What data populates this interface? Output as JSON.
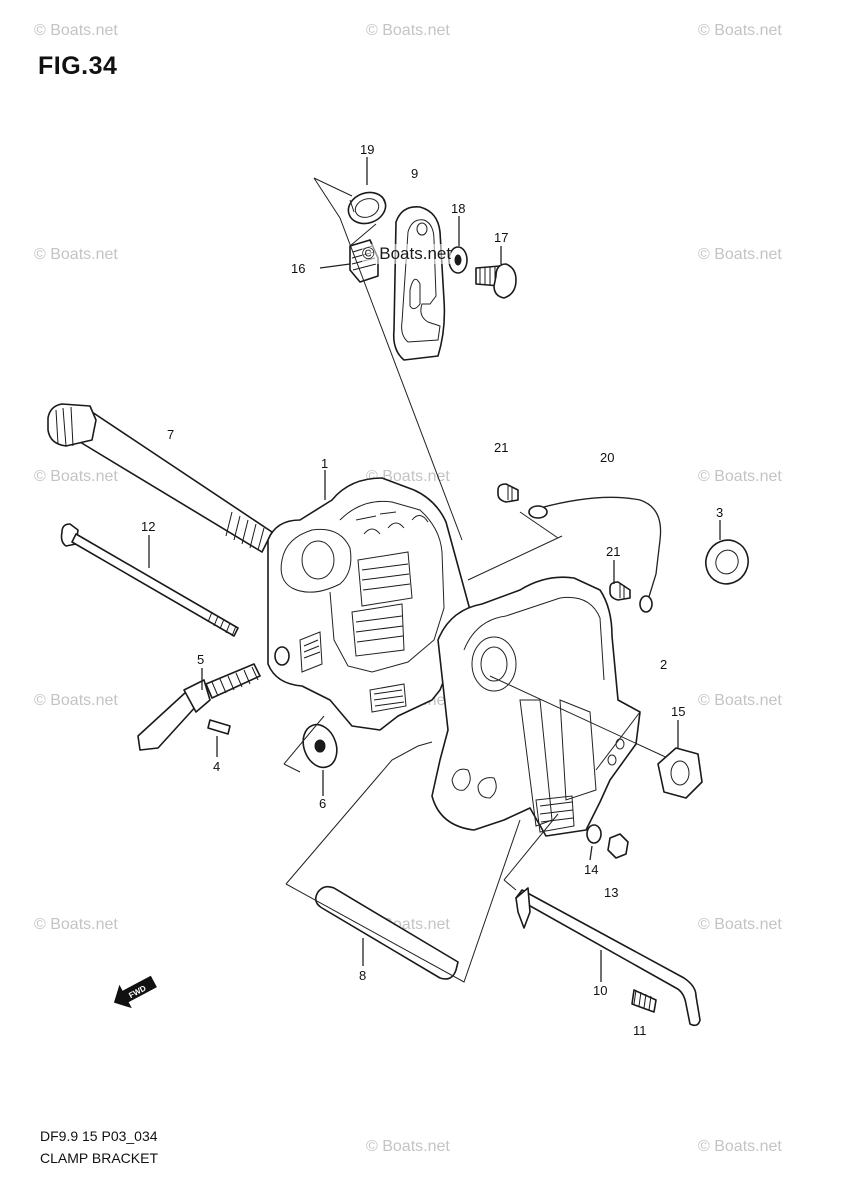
{
  "figure": {
    "title": "FIG.34",
    "code": "DF9.9 15 P03_034",
    "name": "CLAMP BRACKET",
    "fwd_label": "FWD"
  },
  "watermark": {
    "text": "© Boats.net",
    "center_text": "© Boats.net"
  },
  "callouts": [
    "19",
    "9",
    "18",
    "17",
    "16",
    "7",
    "1",
    "21",
    "20",
    "3",
    "12",
    "21",
    "2",
    "5",
    "15",
    "4",
    "6",
    "14",
    "13",
    "8",
    "10",
    "11"
  ]
}
